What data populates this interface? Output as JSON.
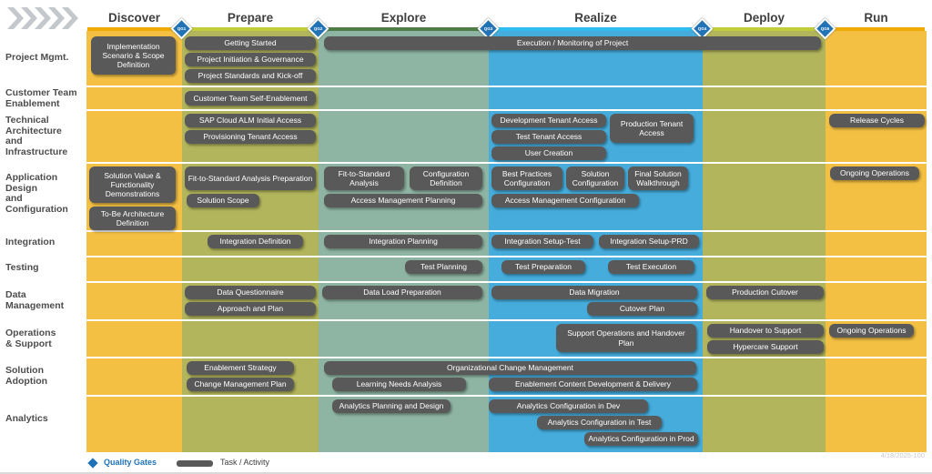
{
  "header": {
    "phases": [
      {
        "label": "Discover"
      },
      {
        "label": "Prepare"
      },
      {
        "label": "Explore"
      },
      {
        "label": "Realize"
      },
      {
        "label": "Deploy"
      },
      {
        "label": "Run"
      }
    ],
    "gates": [
      {
        "label": "QG1"
      },
      {
        "label": "QG2"
      },
      {
        "label": "QG3"
      },
      {
        "label": "QG4"
      },
      {
        "label": "QG5"
      }
    ]
  },
  "rows": [
    {
      "label": "Project Mgmt."
    },
    {
      "label": "Customer Team\nEnablement"
    },
    {
      "label": "Technical\nArchitecture\nand\nInfrastructure"
    },
    {
      "label": "Application\nDesign\nand\nConfiguration"
    },
    {
      "label": "Integration"
    },
    {
      "label": "Testing"
    },
    {
      "label": "Data\nManagement"
    },
    {
      "label": "Operations\n& Support"
    },
    {
      "label": "Solution\nAdoption"
    },
    {
      "label": "Analytics"
    }
  ],
  "tasks": {
    "implementation_scenario": "Implementation Scenario & Scope Definition",
    "getting_started": "Getting Started",
    "project_initiation": "Project Initiation & Governance",
    "project_standards": "Project Standards and Kick-off",
    "execution_monitoring": "Execution / Monitoring of Project",
    "customer_self_enablement": "Customer Team Self-Enablement",
    "cloud_alm_access": "SAP Cloud ALM Initial Access",
    "provisioning_tenant": "Provisioning Tenant Access",
    "dev_tenant": "Development Tenant Access",
    "test_tenant": "Test Tenant Access",
    "user_creation": "User Creation",
    "prod_tenant": "Production Tenant Access",
    "release_cycles": "Release Cycles",
    "solution_value": "Solution Value & Functionality Demonstrations",
    "to_be_architecture": "To-Be Architecture Definition",
    "fit_to_standard_prep": "Fit-to-Standard Analysis Preparation",
    "solution_scope": "Solution Scope",
    "fit_to_standard": "Fit-to-Standard Analysis",
    "configuration_definition": "Configuration Definition",
    "access_mgmt_planning": "Access Management Planning",
    "best_practices_config": "Best Practices Configuration",
    "solution_configuration": "Solution Configuration",
    "final_walkthrough": "Final Solution Walkthrough",
    "access_mgmt_config": "Access Management Configuration",
    "ongoing_ops_config": "Ongoing Operations",
    "integration_definition": "Integration Definition",
    "integration_planning": "Integration Planning",
    "integration_setup_test": "Integration Setup-Test",
    "integration_setup_prd": "Integration Setup-PRD",
    "test_planning": "Test Planning",
    "test_preparation": "Test Preparation",
    "test_execution": "Test Execution",
    "data_questionnaire": "Data Questionnaire",
    "approach_and_plan": "Approach and Plan",
    "data_load_preparation": "Data Load Preparation",
    "data_migration": "Data Migration",
    "cutover_plan": "Cutover Plan",
    "production_cutover": "Production Cutover",
    "support_operations": "Support Operations and Handover Plan",
    "handover_to_support": "Handover to Support",
    "hypercare_support": "Hypercare Support",
    "ongoing_ops_run": "Ongoing Operations",
    "enablement_strategy": "Enablement Strategy",
    "change_mgmt_plan": "Change Management Plan",
    "org_change_mgmt": "Organizational Change Management",
    "learning_needs": "Learning Needs Analysis",
    "enablement_content": "Enablement Content Development & Delivery",
    "analytics_planning": "Analytics Planning and Design",
    "analytics_dev": "Analytics Configuration in Dev",
    "analytics_test": "Analytics Configuration in Test",
    "analytics_prod": "Analytics Configuration in Prod"
  },
  "legend": {
    "quality_gates": "Quality Gates",
    "task_activity": "Task / Activity"
  },
  "footer": {
    "note": "4/18/2025-100"
  },
  "colors": {
    "discover_run_column": "#F3C043",
    "prepare_deploy_column": "#B2B55C",
    "explore_column": "#8EB4A3",
    "realize_column": "#45ACDB",
    "discover_accent": "#F0AB00",
    "prepare_accent": "#C3CC3A",
    "explore_accent": "#4E7E46",
    "realize_accent": "#2FBDEF",
    "gate_blue": "#2273B5",
    "task_gray": "#595959"
  }
}
